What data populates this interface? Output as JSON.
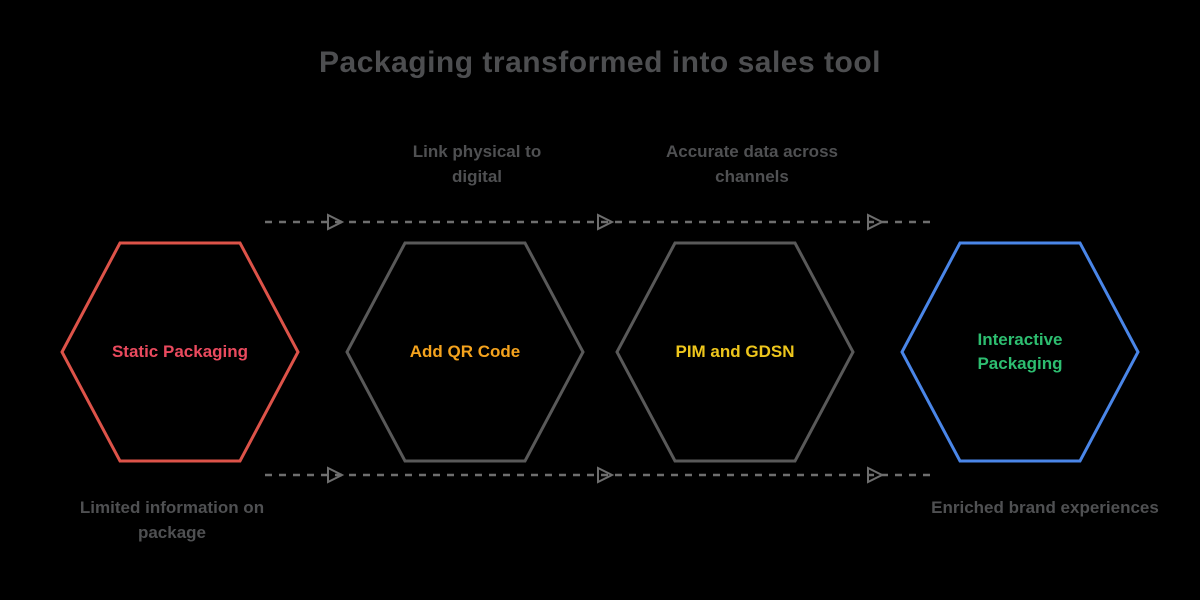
{
  "title": "Packaging transformed into sales tool",
  "top_labels": [
    {
      "text": "Link physical to digital"
    },
    {
      "text": "Accurate data across channels"
    }
  ],
  "stages": [
    {
      "label": "Static Packaging",
      "stroke": "#dd5349",
      "text_color": "#ea4a5e"
    },
    {
      "label": "Add QR Code",
      "stroke": "#595959",
      "text_color": "#f5a31d"
    },
    {
      "label": "PIM and GDSN",
      "stroke": "#595959",
      "text_color": "#eec61c"
    },
    {
      "label": "Interactive Packaging",
      "stroke": "#4a86e8",
      "text_color": "#2dbe70"
    }
  ],
  "bottom_labels": [
    {
      "text": "Limited information on package"
    },
    {
      "text": "Enriched brand experiences"
    }
  ],
  "colors": {
    "background": "#000000",
    "title_text": "#4d4e50",
    "label_text": "#4f5052",
    "connector": "#6e6e6e"
  }
}
